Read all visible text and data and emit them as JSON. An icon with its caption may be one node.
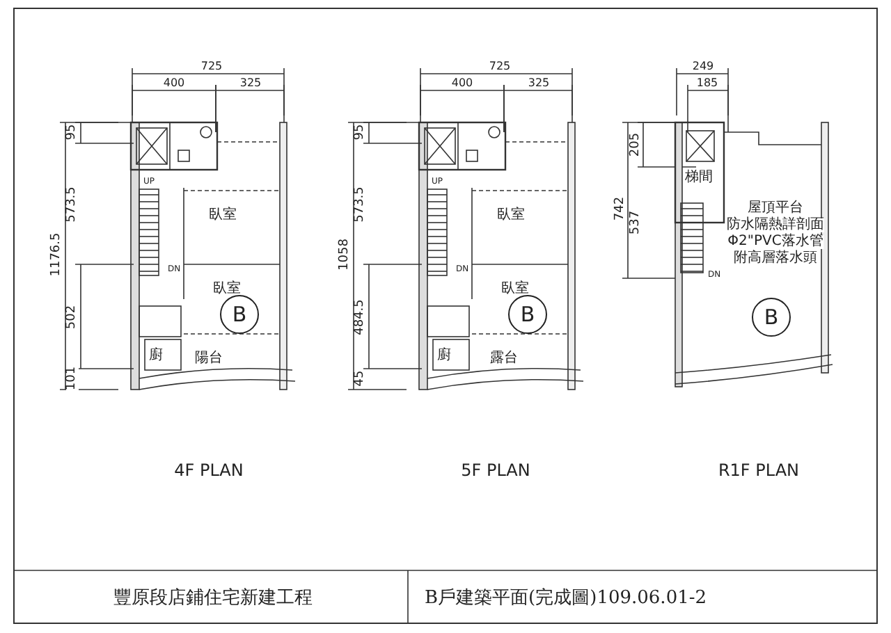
{
  "diagram": {
    "nodes": [
      {
        "text": [
          "B"
        ]
      },
      {
        "text": [
          "B"
        ]
      },
      {
        "text": [
          "B"
        ]
      }
    ],
    "edges": [],
    "labels": [
      "725",
      "400",
      "325",
      "725",
      "400",
      "325",
      "249",
      "185",
      "95",
      "573.5",
      "1176.5",
      "502",
      "101",
      "UP",
      "臥室",
      "DN",
      "臥室",
      "廚",
      "陽台",
      "95",
      "573.5",
      "1058",
      "484.5",
      "45",
      "UP",
      "臥室",
      "DN",
      "臥室",
      "廚",
      "露台",
      "205",
      "742",
      "537",
      "梯間",
      "DN",
      "屋頂平台",
      "防水隔熱詳剖面",
      "Φ2\"PVC落水管",
      "附高層落水頭",
      "4F PLAN",
      "5F PLAN",
      "R1F PLAN",
      "豐原段店鋪住宅新建工程",
      "B戶建築平面(完成圖)109.06.01-2"
    ]
  }
}
